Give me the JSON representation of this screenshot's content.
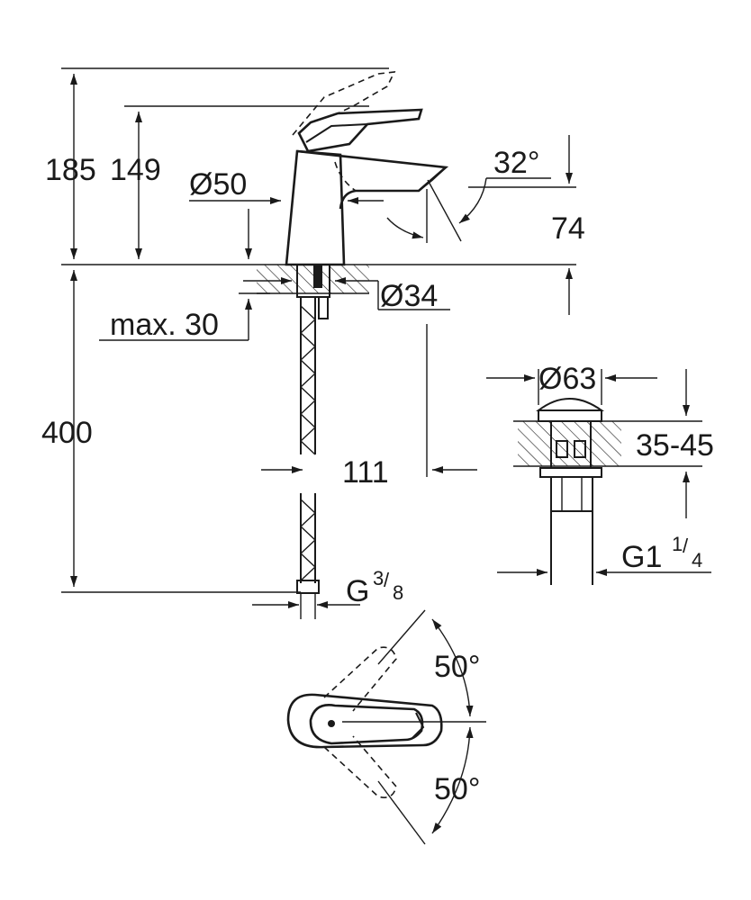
{
  "dimensions": {
    "total_height": "185",
    "lever_height": "149",
    "body_diameter": "Ø50",
    "spout_angle": "32°",
    "spout_height": "74",
    "max_thickness": "max. 30",
    "hole_diameter": "Ø34",
    "hose_length": "400",
    "spout_reach": "111",
    "hose_thread": "G",
    "hose_thread_num": "3",
    "hose_thread_den": "8",
    "waste_diameter": "Ø63",
    "waste_thickness": "35-45",
    "waste_thread": "G1",
    "waste_thread_num": "1",
    "waste_thread_den": "4",
    "lever_angle_left": "50°",
    "lever_angle_right": "50°"
  }
}
